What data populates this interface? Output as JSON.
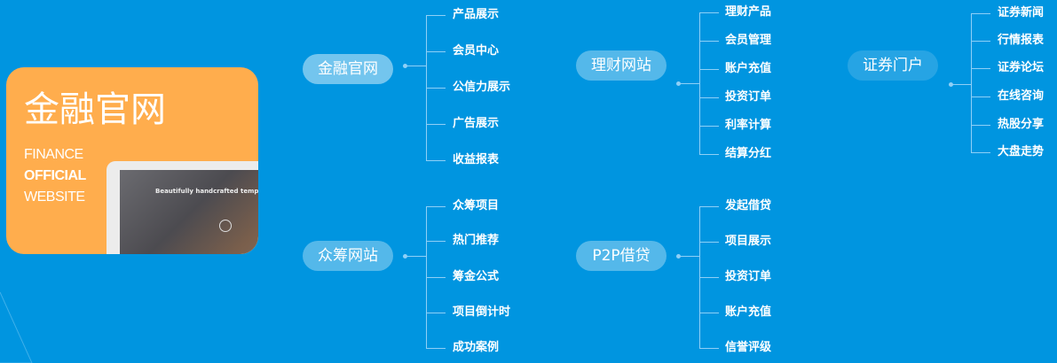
{
  "colors": {
    "background": "#0095e0",
    "card": "#ffad4d"
  },
  "card": {
    "title": "金融官网",
    "en": [
      "FINANCE",
      "OFFICIAL",
      "WEBSITE"
    ],
    "preview_text": "Beautifully handcrafted templates for y"
  },
  "groups": [
    {
      "label": "金融官网",
      "items": [
        "产品展示",
        "会员中心",
        "公信力展示",
        "广告展示",
        "收益报表"
      ]
    },
    {
      "label": "理财网站",
      "items": [
        "理财产品",
        "会员管理",
        "账户充值",
        "投资订单",
        "利率计算",
        "结算分红"
      ]
    },
    {
      "label": "证券门户",
      "items": [
        "证券新闻",
        "行情报表",
        "证券论坛",
        "在线咨询",
        "热股分享",
        "大盘走势"
      ]
    },
    {
      "label": "众筹网站",
      "items": [
        "众筹项目",
        "热门推荐",
        "筹金公式",
        "项目倒计时",
        "成功案例"
      ]
    },
    {
      "label": "P2P借贷",
      "items": [
        "发起借贷",
        "项目展示",
        "投资订单",
        "账户充值",
        "信誉评级"
      ]
    }
  ]
}
